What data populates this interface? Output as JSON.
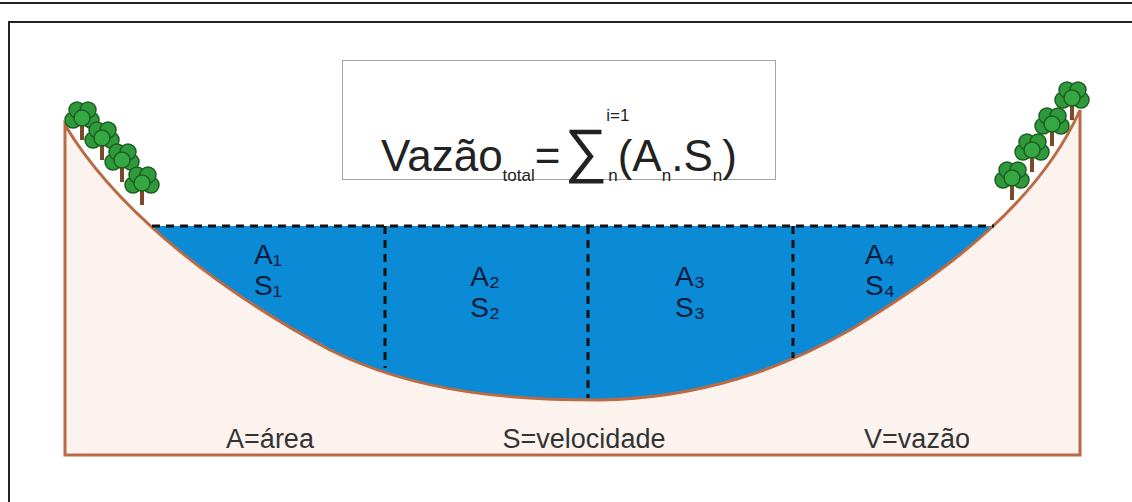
{
  "diagram": {
    "nodes": [
      {
        "text": [
          "Vazão",
          "total",
          "=",
          "∑",
          "i=1",
          "n",
          "(A",
          "n",
          ".S",
          "n",
          ")"
        ]
      },
      {
        "text": [
          "A₁",
          "S₁"
        ]
      },
      {
        "text": [
          "A₂",
          "S₂"
        ]
      },
      {
        "text": [
          "A₃",
          "S₃"
        ]
      },
      {
        "text": [
          "A₄",
          "S₄"
        ]
      }
    ],
    "labels": [
      "A=área",
      "S=velocidade",
      "V=vazão"
    ]
  }
}
